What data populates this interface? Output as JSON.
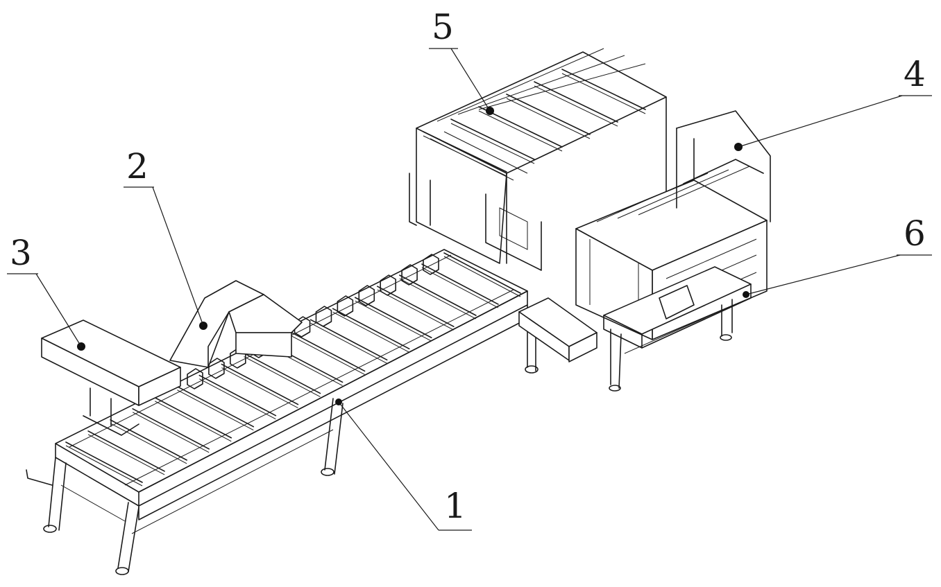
{
  "callouts": [
    {
      "id": "c1",
      "label": "1"
    },
    {
      "id": "c2",
      "label": "2"
    },
    {
      "id": "c3",
      "label": "3"
    },
    {
      "id": "c4",
      "label": "4"
    },
    {
      "id": "c5",
      "label": "5"
    },
    {
      "id": "c6",
      "label": "6"
    }
  ],
  "colors": {
    "line": "#1a1a1a",
    "background": "#ffffff"
  }
}
